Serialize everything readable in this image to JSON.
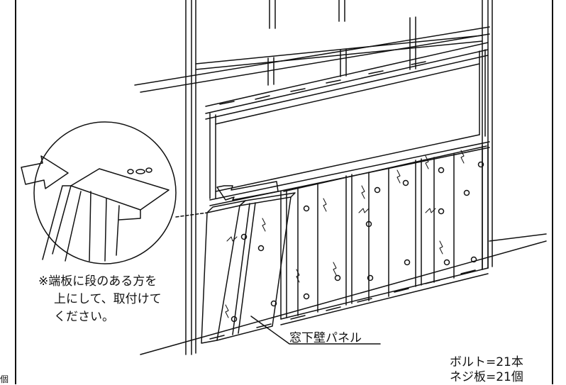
{
  "annotations": {
    "instruction_line1": "※端板に段のある方を",
    "instruction_line2": "上にして、取付けて",
    "instruction_line3": "ください。",
    "panel_label": "窓下壁パネル",
    "bolt_count": "ボルト=21本",
    "plate_count": "ネジ板=21個",
    "edge_fragment": "個"
  },
  "colors": {
    "line": "#111111",
    "background": "#ffffff"
  }
}
